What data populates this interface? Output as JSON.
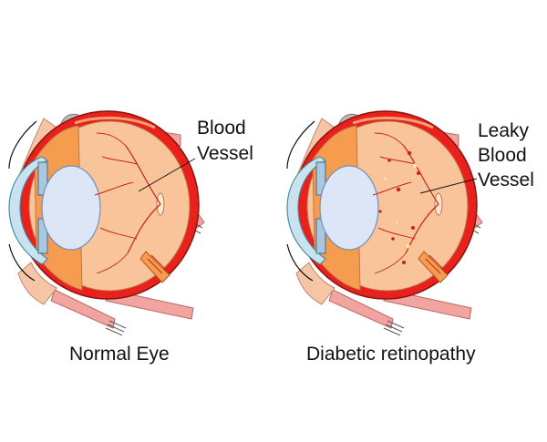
{
  "normal_eye": {
    "vessel_label_line1": "Blood",
    "vessel_label_line2": "Vessel",
    "caption": "Normal Eye"
  },
  "diabetic_eye": {
    "vessel_label_line1": "Leaky",
    "vessel_label_line2": "Blood",
    "vessel_label_line3": "Vessel",
    "caption": "Diabetic retinopathy"
  },
  "colors": {
    "sclera_red": "#e8211c",
    "retina_orange": "#f9c49a",
    "lens_blue": "#dce6f7",
    "cornea_blue": "#c9e3ee",
    "muscle_pink": "#f2a5a0"
  }
}
